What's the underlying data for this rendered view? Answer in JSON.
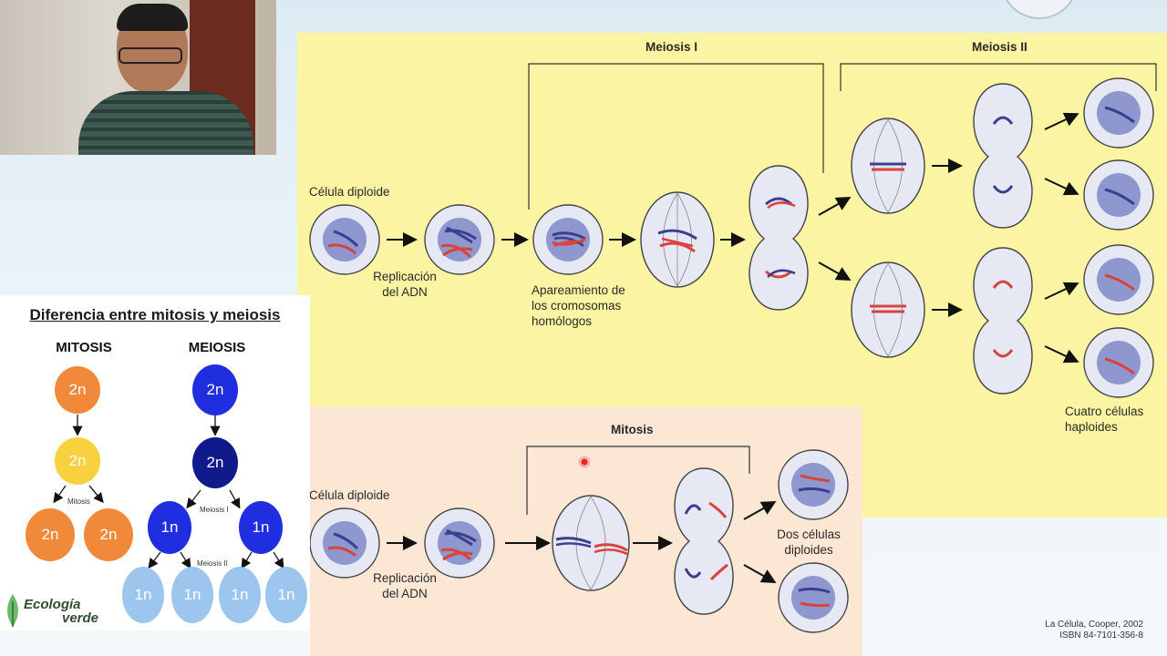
{
  "meiosis_diagram": {
    "label_meiosis_1": "Meiosis I",
    "label_meiosis_2": "Meiosis II",
    "label_diploid_cell": "Célula diploide",
    "label_dna_replication": [
      "Replicación",
      "del ADN"
    ],
    "label_pairing": [
      "Apareamiento de",
      "los cromosomas",
      "homólogos"
    ],
    "label_result": [
      "Cuatro células",
      "haploides"
    ]
  },
  "mitosis_diagram": {
    "label_mitosis": "Mitosis",
    "label_diploid_cell": "Célula diploide",
    "label_dna_replication": [
      "Replicación",
      "del ADN"
    ],
    "label_result": [
      "Dos células",
      "diploides"
    ]
  },
  "summary_card": {
    "title": "Diferencia entre mitosis y meiosis",
    "col_mitosis": "MITOSIS",
    "col_meiosis": "MEIOSIS",
    "mitosis_nodes": [
      "2n",
      "2n",
      "2n",
      "2n"
    ],
    "mitosis_step_label": "Mitosis",
    "meiosis_nodes": [
      "2n",
      "2n",
      "1n",
      "1n",
      "1n",
      "1n",
      "1n",
      "1n"
    ],
    "meiosis_step1_label": "Meiosis I",
    "meiosis_step2_label": "Meiosis II",
    "logo_text": [
      "Ecología",
      "verde"
    ]
  },
  "citation": [
    "La Célula, Cooper, 2002",
    "ISBN 84-7101-356-8"
  ],
  "colors": {
    "meiosis_bg": "#fbf4a2",
    "mitosis_bg": "#fbe7d4",
    "mitosis_node": "#f08a3a",
    "mitosis_mid_node": "#f7d23e",
    "meiosis_node": "#1f2fe0",
    "meiosis_dark_node": "#101a8a",
    "haploid_node": "#9cc6ee",
    "chromosome_red": "#d8443c",
    "chromosome_blue": "#3a3f8f"
  }
}
